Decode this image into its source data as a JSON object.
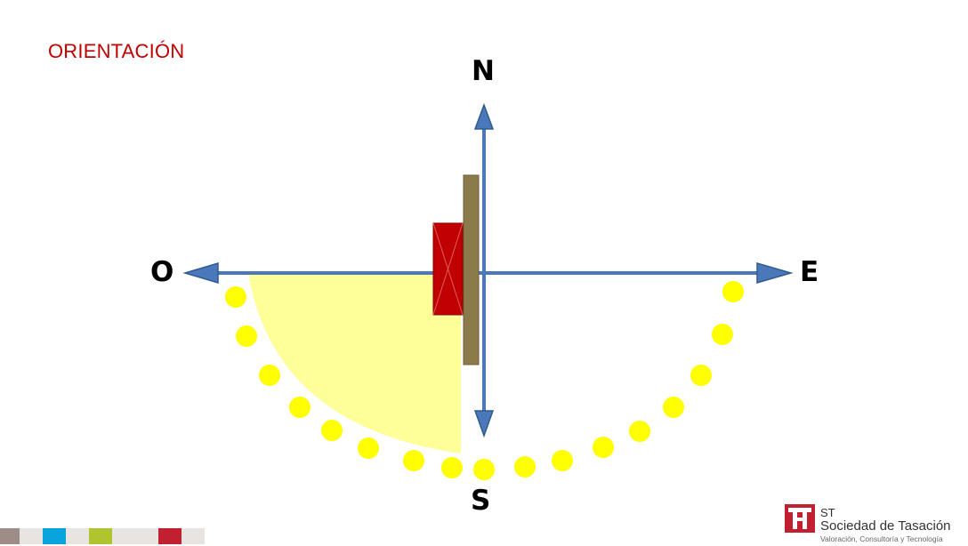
{
  "slide": {
    "title": "ORIENTACIÓN"
  },
  "compass": {
    "north": "N",
    "south": "S",
    "west": "O",
    "east": "E"
  },
  "colors": {
    "title": "#c00000",
    "axis": "#4472c4",
    "axis_dark": "#3b6aa8",
    "sun_dot": "#ffff00",
    "sun_area": "#ffff99",
    "wall": "#8b7b4a",
    "window": "#c00000"
  },
  "footer": {
    "color_strip": [
      "#9e8d87",
      "#e8e4e1",
      "#0aa4dc",
      "#e8e4e1",
      "#afc42f",
      "#e8e4e1",
      "#e8e4e1",
      "#c0202f",
      "#e8e4e1"
    ]
  },
  "logo": {
    "abbr": "ST",
    "name": "Sociedad de Tasación",
    "tagline": "Valoración, Consultoría y Tecnología",
    "color": "#c0202f"
  }
}
